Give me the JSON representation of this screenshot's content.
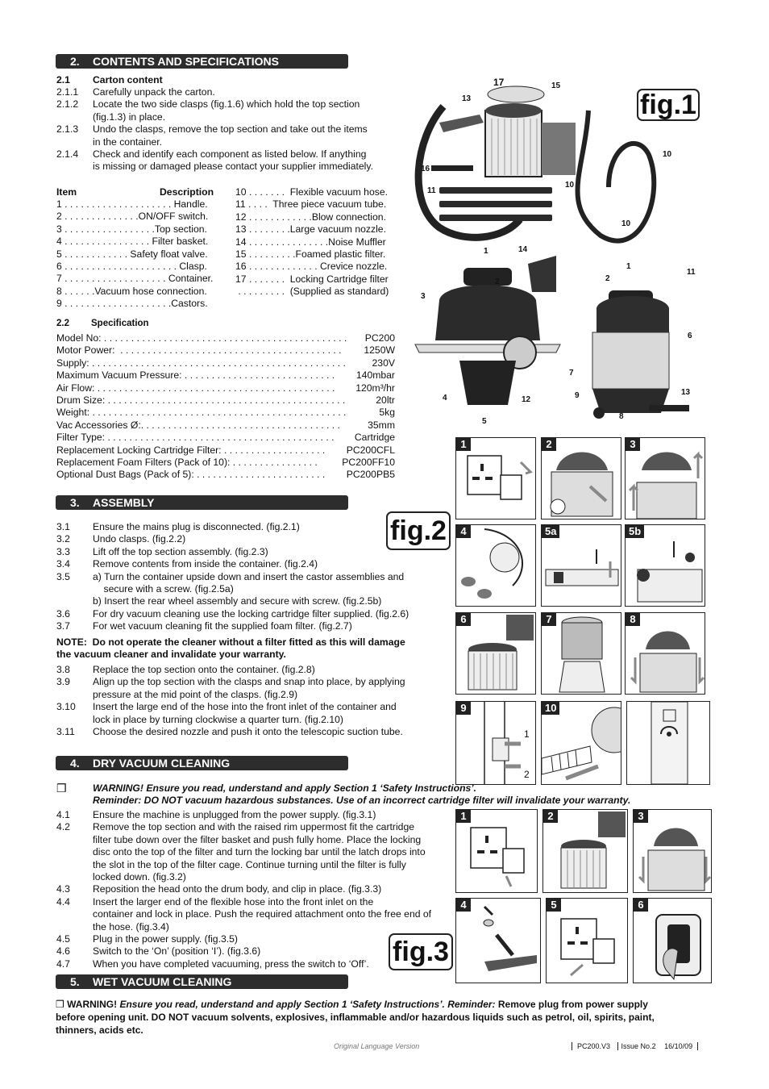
{
  "sections": {
    "s2": {
      "num": "2.",
      "title": "CONTENTS AND SPECIFICATIONS"
    },
    "s3": {
      "num": "3.",
      "title": "ASSEMBLY"
    },
    "s4": {
      "num": "4.",
      "title": "DRY VACUUM CLEANING"
    },
    "s5": {
      "num": "5.",
      "title": "WET VACUUM CLEANING"
    }
  },
  "carton": {
    "num": "2.1",
    "title": "Carton content",
    "steps": [
      {
        "n": "2.1.1",
        "lines": [
          "Carefully unpack the carton."
        ]
      },
      {
        "n": "2.1.2",
        "lines": [
          "Locate the two side clasps (fig.1.6) which hold the top section",
          "(fig.1.3) in place."
        ]
      },
      {
        "n": "2.1.3",
        "lines": [
          "Undo the clasps, remove the top section and take out the items",
          "in the container."
        ]
      },
      {
        "n": "2.1.4",
        "lines": [
          "Check and identify each component as listed below. If anything",
          "is missing or damaged please contact your supplier immediately."
        ]
      }
    ]
  },
  "items": {
    "header_item": "Item",
    "header_desc": "Description",
    "left": [
      "1 . . . . . . . . . . . . . . . . . . . . Handle.",
      "2 . . . . . . . . . . . . . .ON/OFF switch.",
      "3 . . . . . . . . . . . . . . . . .Top section.",
      "4 . . . . . . . . . . . . . . . . Filter basket.",
      "5 . . . . . . . . . . . . Safety float valve.",
      "6 . . . . . . . . . . . . . . . . . . . . . Clasp.",
      "7 . . . . . . . . . . . . . . . . . . . Container.",
      "8 . . . . . .Vacuum hose connection.",
      "9 . . . . . . . . . . . . . . . . . . . .Castors."
    ],
    "right": [
      "10 . . . . . . .  Flexible vacuum hose.",
      "11 . . . .  Three piece vacuum tube.",
      "12 . . . . . . . . . . . .Blow connection.",
      "13 . . . . . . . .Large vacuum nozzle.",
      "14 . . . . . . . . . . . . . . .Noise Muffler",
      "15 . . . . . . . . .Foamed plastic filter.",
      "16 . . . . . . . . . . . . . Crevice nozzle.",
      "17 . . . . . . .  Locking Cartridge filter",
      " . . . . . . . . .  (Supplied as standard)"
    ]
  },
  "spec": {
    "num": "2.2",
    "title": "Specification",
    "rows": [
      {
        "label": "Model No: . . . . . . . . . . . . . . . . . . . . . . . . . . . . . . . . . . . . . . . . . . . . .",
        "value": "PC200"
      },
      {
        "label": "Motor Power:  . . . . . . . . . . . . . . . . . . . . . . . . . . . . . . . . . . . . . . . . .",
        "value": "1250W"
      },
      {
        "label": "Supply: . . . . . . . . . . . . . . . . . . . . . . . . . . . . . . . . . . . . . . . . . . . . . . .",
        "value": "230V"
      },
      {
        "label": "Maximum Vacuum Pressure: . . . . . . . . . . . . . . . . . . . . . . . . . . . .",
        "value": "140mbar"
      },
      {
        "label": "Air Flow: . . . . . . . . . . . . . . . . . . . . . . . . . . . . . . . . . . . . . . . . . . . .",
        "value": "120m³/hr"
      },
      {
        "label": "Drum Size: . . . . . . . . . . . . . . . . . . . . . . . . . . . . . . . . . . . . . . . . . . . .",
        "value": "20ltr"
      },
      {
        "label": "Weight: . . . . . . . . . . . . . . . . . . . . . . . . . . . . . . . . . . . . . . . . . . . . . . .",
        "value": "5kg"
      },
      {
        "label": "Vac Accessories Ø:. . . . . . . . . . . . . . . . . . . . . . . . . . . . . . . . . . . . .",
        "value": "35mm"
      },
      {
        "label": "Filter Type: . . . . . . . . . . . . . . . . . . . . . . . . . . . . . . . . . . . . . . . . . .",
        "value": "Cartridge"
      },
      {
        "label": "Replacement Locking Cartridge Filter: . . . . . . . . . . . . . . . . . . .",
        "value": "PC200CFL"
      },
      {
        "label": "Replacement Foam Filters (Pack of 10): . . . . . . . . . . . . . . . .",
        "value": "PC200FF10"
      },
      {
        "label": "Optional Dust Bags (Pack of 5): . . . . . . . . . . . . . . . . . . . . . . . .",
        "value": "PC200PB5"
      }
    ]
  },
  "assembly": [
    {
      "n": "3.1",
      "lines": [
        "Ensure the mains plug is disconnected. (fig.2.1)"
      ]
    },
    {
      "n": "3.2",
      "lines": [
        "Undo clasps. (fig.2.2)"
      ]
    },
    {
      "n": "3.3",
      "lines": [
        "Lift off the top section assembly. (fig.2.3)"
      ]
    },
    {
      "n": "3.4",
      "lines": [
        "Remove contents from inside the container. (fig.2.4)"
      ]
    },
    {
      "n": "3.5",
      "lines": [
        "a) Turn the container upside down and insert the castor assemblies and",
        "    secure with a screw. (fig.2.5a)",
        "b) Insert the rear wheel assembly and secure with screw. (fig.2.5b)"
      ]
    },
    {
      "n": "3.6",
      "lines": [
        "For dry vacuum cleaning use the locking cartridge filter supplied. (fig.2.6)"
      ]
    },
    {
      "n": "3.7",
      "lines": [
        "For wet vacuum cleaning fit the supplied foam filter. (fig.2.7)"
      ]
    }
  ],
  "assembly_note": [
    "NOTE:  Do not operate the cleaner without a filter fitted as this will damage",
    "the vacuum cleaner and invalidate your warranty."
  ],
  "assembly2": [
    {
      "n": "3.8",
      "lines": [
        "Replace the top section onto the container. (fig.2.8)"
      ]
    },
    {
      "n": "3.9",
      "lines": [
        "Align up the top section with the clasps and snap into place, by applying",
        "pressure at the mid point of the clasps. (fig.2.9)"
      ]
    },
    {
      "n": "3.10",
      "lines": [
        "Insert the large end of the hose into the front inlet of the container and",
        "lock in place by turning clockwise a quarter turn. (fig.2.10)"
      ]
    },
    {
      "n": "3.11",
      "lines": [
        "Choose the desired nozzle and push it onto the telescopic suction tube."
      ]
    }
  ],
  "dry_warning": [
    "WARNING! Ensure you read, understand and apply Section 1 ‘Safety Instructions’.",
    "Reminder: DO NOT vacuum hazardous substances. Use of an incorrect cartridge filter will invalidate your warranty."
  ],
  "dry": [
    {
      "n": "4.1",
      "lines": [
        "Ensure the machine is unplugged from the power supply. (fig.3.1)"
      ]
    },
    {
      "n": "4.2",
      "lines": [
        "Remove the top section and with the raised rim uppermost fit the cartridge",
        "filter tube down over the filter basket and push fully home. Place the locking",
        "disc onto the top of the filter and turn the locking bar until the latch drops into",
        "the slot in the top of the filter cage. Continue turning until the filter is fully",
        "locked down. (fig.3.2)"
      ]
    },
    {
      "n": "4.3",
      "lines": [
        "Reposition the head onto the drum body, and clip in place. (fig.3.3)"
      ]
    },
    {
      "n": "4.4",
      "lines": [
        "Insert the larger end of the flexible hose into the front inlet on the",
        "container and lock in place. Push the required attachment onto the free end of",
        "the hose. (fig.3.4)"
      ]
    },
    {
      "n": "4.5",
      "lines": [
        "Plug in the power supply. (fig.3.5)"
      ]
    },
    {
      "n": "4.6",
      "lines": [
        "Switch to the ‘On’ (position ‘I’). (fig.3.6)"
      ]
    },
    {
      "n": "4.7",
      "lines": [
        "When you have completed vacuuming, press the switch to ‘Off’."
      ]
    }
  ],
  "wet_warning": {
    "lead": "WARNING!",
    "italic": " Ensure you read, understand and apply Section 1 ‘Safety Instructions’. Reminder:",
    "bold1": " Remove plug from power supply",
    "line2": "before opening unit. DO NOT vacuum solvents, explosives, inflammable and/or hazardous liquids such as petrol, oil, spirits, paint,",
    "line3": "thinners, acids etc."
  },
  "figs": {
    "fig1": "fig.1",
    "fig2": "fig.2",
    "fig3": "fig.3"
  },
  "fig1_callouts": [
    "17",
    "15",
    "13",
    "16",
    "11",
    "10",
    "10",
    "10",
    "14",
    "1",
    "2",
    "3",
    "4",
    "5",
    "12",
    "1",
    "11",
    "2",
    "6",
    "7",
    "9",
    "8",
    "13"
  ],
  "fig2_panels": [
    "1",
    "2",
    "3",
    "4",
    "5a",
    "5b",
    "6",
    "7",
    "8",
    "9",
    "10"
  ],
  "fig3_panels": [
    "1",
    "2",
    "3",
    "4",
    "5",
    "6"
  ],
  "fig2_small": {
    "p9a": "1",
    "p9b": "2"
  },
  "footer": {
    "lang": "Original Language Version",
    "model": "PC200.V3",
    "issue": "Issue No.2",
    "date": "16/10/09"
  },
  "checkbox_glyph": "❒"
}
